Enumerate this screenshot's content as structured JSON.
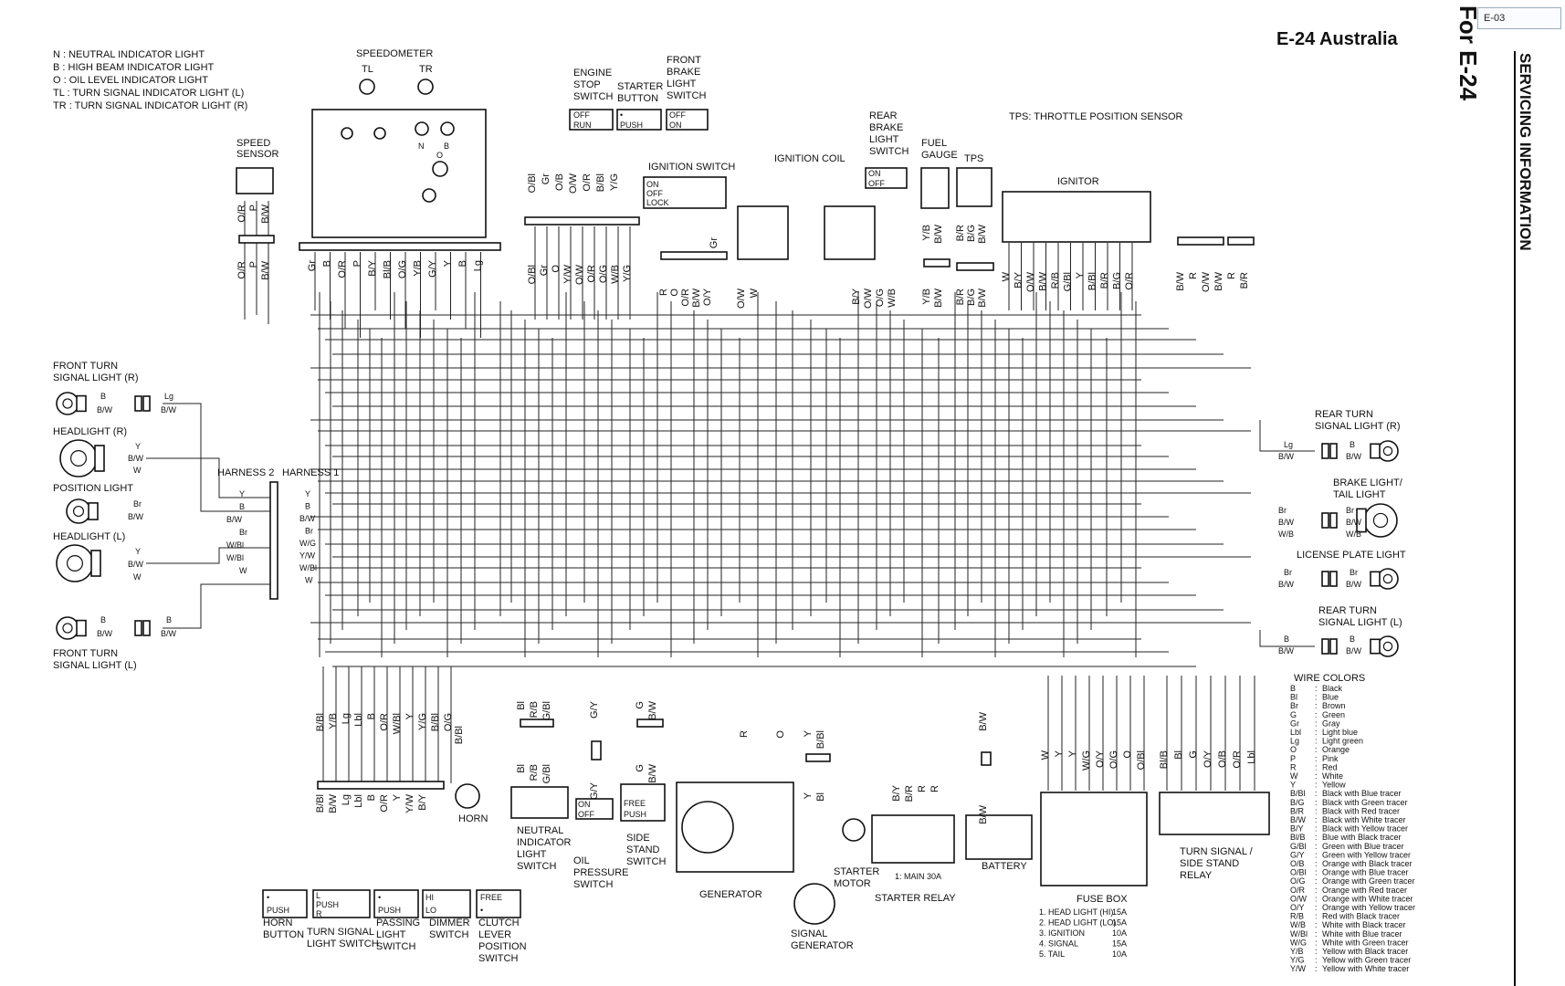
{
  "page": {
    "tab_label": "E-03",
    "title": "E-24 Australia",
    "for_label": "For E-24",
    "side_title": "SERVICING INFORMATION"
  },
  "legend_abbrev": [
    "N   : NEUTRAL INDICATOR LIGHT",
    "B   : HIGH BEAM INDICATOR LIGHT",
    "O   : OIL LEVEL INDICATOR LIGHT",
    "TL  : TURN SIGNAL INDICATOR  LIGHT (L)",
    "TR  : TURN SIGNAL INDICATOR  LIGHT (R)"
  ],
  "tps_note": "TPS: THROTTLE POSITION SENSOR",
  "components": {
    "speedometer": "SPEEDOMETER",
    "tl": "TL",
    "tr": "TR",
    "ind_n": "N",
    "ind_b": "B",
    "ind_o": "O",
    "speed_sensor": [
      "SPEED",
      "SENSOR"
    ],
    "engine_stop": [
      "ENGINE",
      "STOP",
      "SWITCH"
    ],
    "starter_button": [
      "STARTER",
      "BUTTON"
    ],
    "front_brake": [
      "FRONT",
      "BRAKE",
      "LIGHT",
      "SWITCH"
    ],
    "ignition_switch": "IGNITION SWITCH",
    "ignition_coil": "IGNITION COIL",
    "rear_brake": [
      "REAR",
      "BRAKE",
      "LIGHT",
      "SWITCH"
    ],
    "fuel_gauge": [
      "FUEL",
      "GAUGE"
    ],
    "tps": "TPS",
    "ignitor": "IGNITOR",
    "front_turn_r": [
      "FRONT TURN",
      "SIGNAL LIGHT (R)"
    ],
    "headlight_r": "HEADLIGHT (R)",
    "position_light": "POSITION LIGHT",
    "headlight_l": "HEADLIGHT (L)",
    "front_turn_l": [
      "FRONT TURN",
      "SIGNAL LIGHT (L)"
    ],
    "harness2": "HARNESS 2",
    "harness1": "HARNESS 1",
    "rear_turn_r": [
      "REAR TURN",
      "SIGNAL LIGHT (R)"
    ],
    "brake_tail": [
      "BRAKE LIGHT/",
      "TAIL LIGHT"
    ],
    "license": "LICENSE PLATE LIGHT",
    "rear_turn_l": [
      "REAR TURN",
      "SIGNAL LIGHT (L)"
    ],
    "horn": "HORN",
    "horn_button": [
      "HORN",
      "BUTTON"
    ],
    "turn_switch": [
      "TURN SIGNAL",
      "LIGHT SWITCH"
    ],
    "passing": [
      "PASSING",
      "LIGHT",
      "SWITCH"
    ],
    "dimmer": [
      "DIMMER",
      "SWITCH"
    ],
    "clutch": [
      "CLUTCH",
      "LEVER",
      "POSITION",
      "SWITCH"
    ],
    "neutral_switch": [
      "NEUTRAL",
      "INDICATOR",
      "LIGHT",
      "SWITCH"
    ],
    "oil_pressure": [
      "OIL",
      "PRESSURE",
      "SWITCH"
    ],
    "side_stand": [
      "SIDE",
      "STAND",
      "SWITCH"
    ],
    "generator": "GENERATOR",
    "signal_gen": [
      "SIGNAL",
      "GENERATOR"
    ],
    "starter_motor": [
      "STARTER",
      "MOTOR"
    ],
    "starter_relay": "STARTER RELAY",
    "main_fuse": "1: MAIN 30A",
    "battery": "BATTERY",
    "fuse_box": "FUSE BOX",
    "turn_relay": [
      "TURN SIGNAL /",
      "SIDE STAND",
      "RELAY"
    ]
  },
  "switch_marks": {
    "off": "OFF",
    "run": "RUN",
    "on": "ON",
    "lock": "LOCK",
    "push": "PUSH",
    "free": "FREE",
    "l": "L",
    "r": "R",
    "hi": "HI",
    "lo": "LO",
    "dot": "•"
  },
  "fuses": [
    [
      "1. HEAD LIGHT (HI)",
      "15A"
    ],
    [
      "2. HEAD LIGHT (LO)",
      "15A"
    ],
    [
      "3. IGNITION",
      "10A"
    ],
    [
      "4. SIGNAL",
      "15A"
    ],
    [
      "5. TAIL",
      "10A"
    ]
  ],
  "wire_colors_title": "WIRE COLORS",
  "wire_colors": [
    [
      "B",
      "Black"
    ],
    [
      "Bl",
      "Blue"
    ],
    [
      "Br",
      "Brown"
    ],
    [
      "G",
      "Green"
    ],
    [
      "Gr",
      "Gray"
    ],
    [
      "Lbl",
      "Light blue"
    ],
    [
      "Lg",
      "Light green"
    ],
    [
      "O",
      "Orange"
    ],
    [
      "P",
      "Pink"
    ],
    [
      "R",
      "Red"
    ],
    [
      "W",
      "White"
    ],
    [
      "Y",
      "Yellow"
    ],
    [
      "B/Bl",
      "Black with Blue tracer"
    ],
    [
      "B/G",
      "Black with Green tracer"
    ],
    [
      "B/R",
      "Black with Red tracer"
    ],
    [
      "B/W",
      "Black with White tracer"
    ],
    [
      "B/Y",
      "Black with Yellow tracer"
    ],
    [
      "Bl/B",
      "Blue with Black tracer"
    ],
    [
      "G/Bl",
      "Green with Blue tracer"
    ],
    [
      "G/Y",
      "Green with Yellow tracer"
    ],
    [
      "O/B",
      "Orange with Black tracer"
    ],
    [
      "O/Bl",
      "Orange with Blue tracer"
    ],
    [
      "O/G",
      "Orange with Green tracer"
    ],
    [
      "O/R",
      "Orange with Red tracer"
    ],
    [
      "O/W",
      "Orange with White tracer"
    ],
    [
      "O/Y",
      "Orange with Yellow tracer"
    ],
    [
      "R/B",
      "Red with Black tracer"
    ],
    [
      "W/B",
      "White with Black tracer"
    ],
    [
      "W/Bl",
      "White with Blue tracer"
    ],
    [
      "W/G",
      "White with Green tracer"
    ],
    [
      "Y/B",
      "Yellow with Black tracer"
    ],
    [
      "Y/G",
      "Yellow with Green tracer"
    ],
    [
      "Y/W",
      "Yellow with White tracer"
    ]
  ],
  "wire_groups": {
    "speed_top": [
      "O/R",
      "P",
      "B/W"
    ],
    "speed_bottom": [
      "O/R",
      "P",
      "B/W"
    ],
    "meter_bottom": [
      "Gr",
      "B",
      "O/R",
      "P",
      "B/Y",
      "Bl/B",
      "O/G",
      "Y/B",
      "G/Y",
      "Y",
      "B",
      "Lg"
    ],
    "handle_right_top": [
      "O/Bl",
      "Gr",
      "O/B",
      "O/W",
      "O/R",
      "B/Bl",
      "Y/G"
    ],
    "handle_right_bottom": [
      "O/Bl",
      "Gr",
      "O",
      "Y/W",
      "O/W",
      "O/R",
      "O/G",
      "W/B",
      "Y/G"
    ],
    "ign_top": [
      "Gr"
    ],
    "ign_bottom": [
      "R",
      "O",
      "O/R",
      "B/W",
      "O/Y"
    ],
    "coil_bottom": [
      "O/W",
      "W"
    ],
    "rear_brake_bottom": [
      "B/Y",
      "O/W",
      "O/G",
      "W/B"
    ],
    "fuel_top": [
      "Y/B",
      "B/W"
    ],
    "fuel_bottom": [
      "Y/B",
      "B/W"
    ],
    "tps_top": [
      "B/R",
      "B/G",
      "B/W"
    ],
    "tps_bottom": [
      "B/R",
      "B/G",
      "B/W"
    ],
    "ignitor_bottom": [
      "W",
      "B/Y",
      "O/W",
      "B/W",
      "R/B",
      "G/Bl",
      "Y",
      "B/Bl",
      "B/R",
      "B/G",
      "O/R"
    ],
    "right_top": [
      "B/W",
      "R",
      "O/W",
      "B/W",
      "R",
      "B/R"
    ],
    "lower_left": [
      "B/Bl",
      "Y/B",
      "Lg",
      "Lbl",
      "B",
      "O/R",
      "W/Bl",
      "Y",
      "Y/G",
      "B/Bl",
      "O/G"
    ],
    "lower_left_bottom": [
      "B/Bl",
      "B/W",
      "Lg",
      "Lbl",
      "B",
      "O/R",
      "Y",
      "Y/W",
      "B/Y"
    ],
    "neutral": [
      "Bl",
      "R/B",
      "G/Bl"
    ],
    "neutral_bottom": [
      "Bl",
      "R/B",
      "G/Bl"
    ],
    "oil": [
      "G/Y"
    ],
    "side_stand": [
      "G",
      "B/W"
    ],
    "gen": [
      "R",
      "O"
    ],
    "siggen": [
      "Y",
      "B/Bl"
    ],
    "siggen_bottom": [
      "Y",
      "Bl"
    ],
    "relay": [
      "B/Y",
      "B/R",
      "R",
      "R"
    ],
    "battery_top": [
      "B/W"
    ],
    "battery_bottom": [
      "B/W"
    ],
    "fuse": [
      "W",
      "Y",
      "Y",
      "W/G",
      "O/Y",
      "O/G",
      "O",
      "O/Bl"
    ],
    "turn_relay": [
      "Bl/B",
      "Bl",
      "G",
      "O/Y",
      "O/B",
      "O/R",
      "Lbl"
    ],
    "front_r": [
      "B",
      "B/W",
      "Lg",
      "B/W"
    ],
    "head_r": [
      "Y",
      "B/W",
      "W"
    ],
    "pos": [
      "Br",
      "B/W"
    ],
    "head_l": [
      "Y",
      "B/W",
      "W"
    ],
    "front_l": [
      "B",
      "B/W",
      "B",
      "B/W"
    ],
    "h2": [
      "Y",
      "B",
      "B/W",
      "Br",
      "W/Bl",
      "W/Bl",
      "W"
    ],
    "h1": [
      "Y",
      "B",
      "B/W",
      "Br",
      "W/G",
      "Y/W",
      "W/Bl",
      "W"
    ],
    "rear_r": [
      "Lg",
      "B/W",
      "B",
      "B/W"
    ],
    "brake": [
      "Br",
      "B/W",
      "W/B",
      "Br",
      "B/W",
      "W/B"
    ],
    "lic": [
      "Br",
      "B/W",
      "Br",
      "B/W"
    ],
    "rear_l": [
      "B",
      "B/W",
      "B",
      "B/W"
    ]
  }
}
